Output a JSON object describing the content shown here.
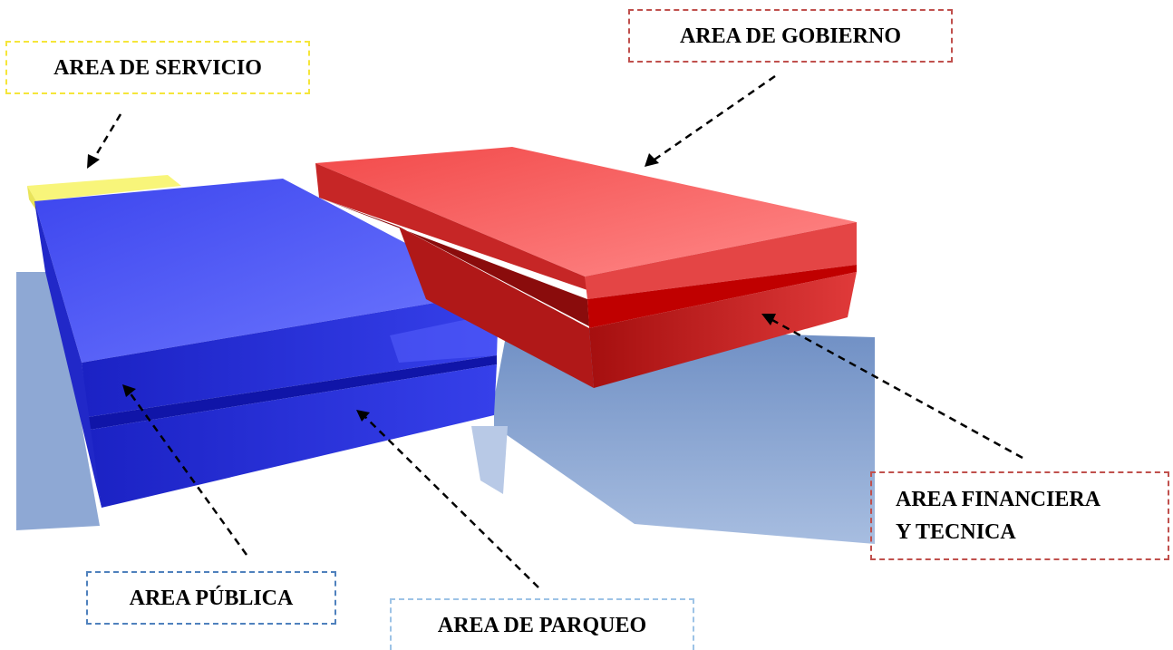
{
  "labels": {
    "servicio": "AREA DE SERVICIO",
    "gobierno": "AREA DE GOBIERNO",
    "financiera_line1": "AREA FINANCIERA",
    "financiera_line2": "Y TECNICA",
    "publica": "AREA PÚBLICA",
    "parqueo": "AREA DE PARQUEO"
  },
  "colors": {
    "servicio": "#f5e63b",
    "gobierno": "#c0504d",
    "publica": "#4f81bd",
    "parqueo": "#9dc3e6",
    "blue_block": "#2a33e6",
    "red_block": "#e03434",
    "shadow": "#7d9bc7"
  }
}
